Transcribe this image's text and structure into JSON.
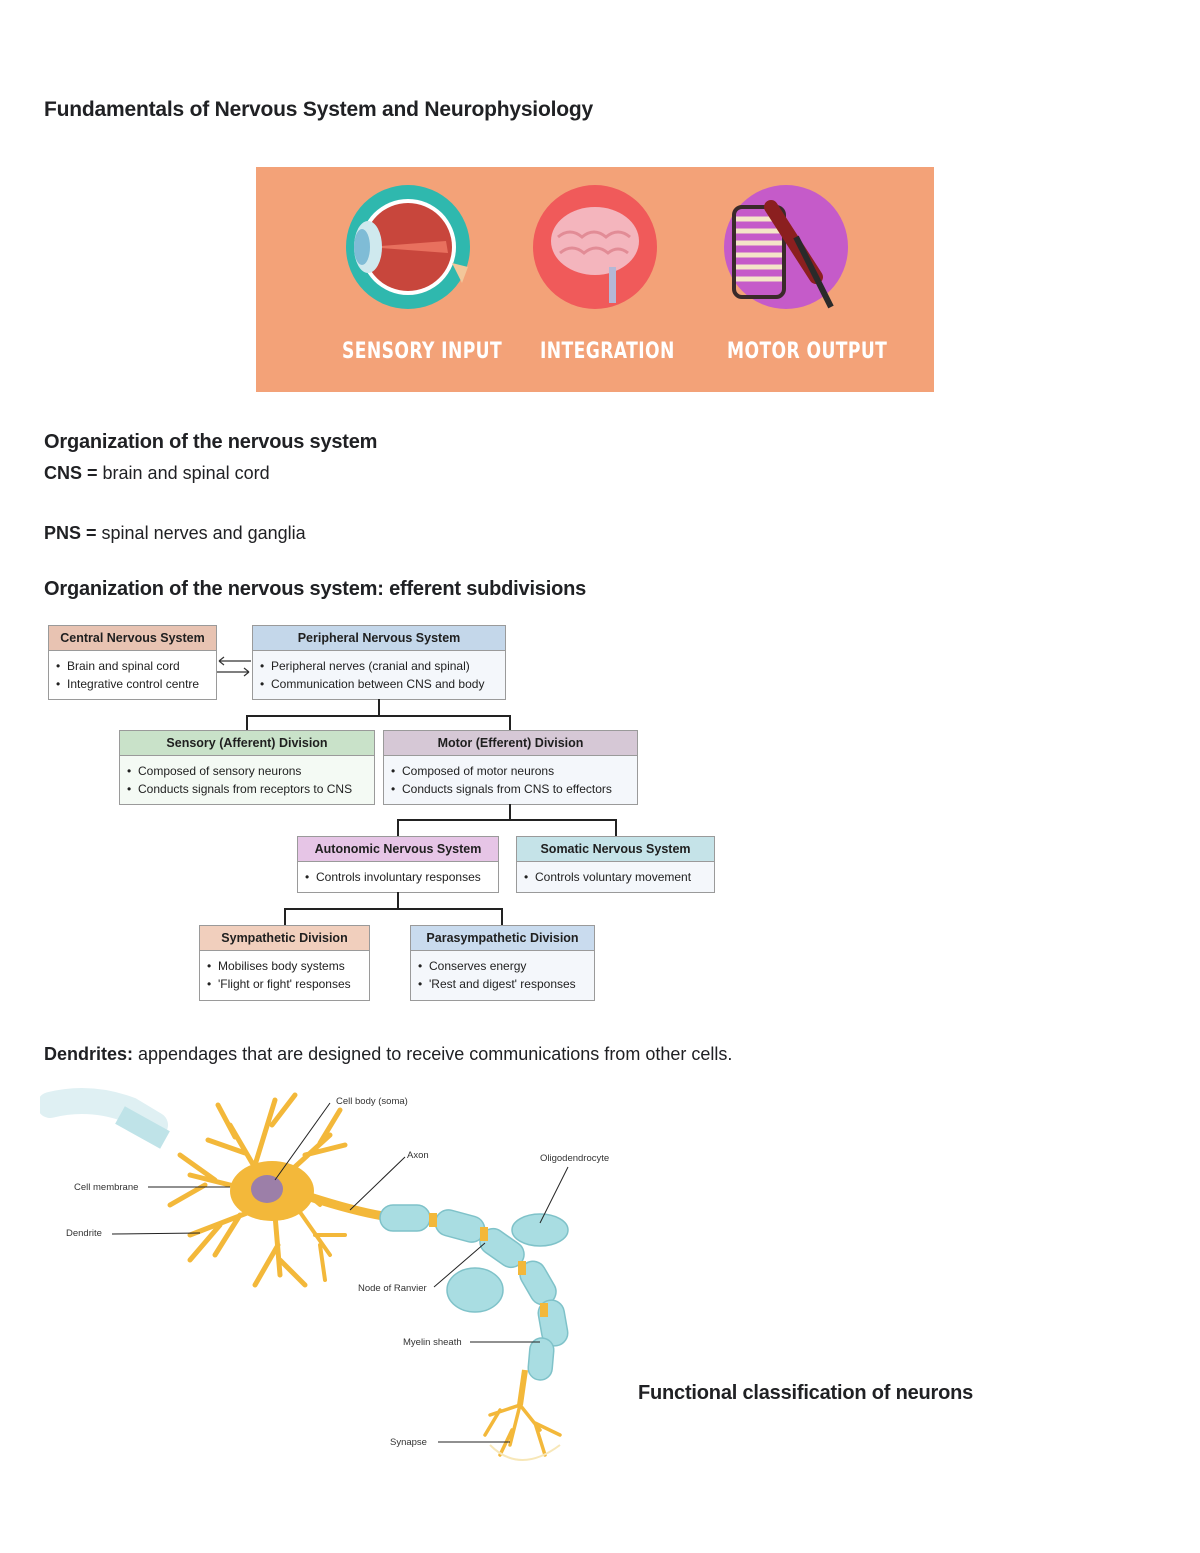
{
  "doc": {
    "title": "Fundamentals of Nervous System and Neurophysiology"
  },
  "banner": {
    "labels": [
      "SENSORY INPUT",
      "INTEGRATION",
      "MOTOR OUTPUT"
    ],
    "colors": {
      "background": "#f3a278",
      "eye": "#2fb8ae",
      "brain": "#f05a5a",
      "muscle": "#c55bc9"
    }
  },
  "section1": {
    "heading": "Organization of the nervous system",
    "cns_label": "CNS =",
    "cns_text": " brain and spinal cord",
    "pns_label": "PNS =",
    "pns_text": " spinal nerves and ganglia"
  },
  "section2": {
    "heading": "Organization of the nervous system: efferent subdivisions"
  },
  "chart": {
    "cns": {
      "title": "Central Nervous System",
      "items": [
        "Brain and spinal cord",
        "Integrative control centre"
      ],
      "color": "#e8c3b2"
    },
    "pns": {
      "title": "Peripheral Nervous System",
      "items": [
        "Peripheral nerves (cranial and spinal)",
        "Communication between CNS and body"
      ],
      "color": "#c4d7ea"
    },
    "sensory": {
      "title": "Sensory (Afferent) Division",
      "items": [
        "Composed of sensory neurons",
        "Conducts signals from receptors to CNS"
      ],
      "color": "#c9e2c9"
    },
    "motor": {
      "title": "Motor (Efferent) Division",
      "items": [
        "Composed of motor neurons",
        "Conducts signals from CNS to effectors"
      ],
      "color": "#d6c8d6"
    },
    "autonomic": {
      "title": "Autonomic Nervous System",
      "items": [
        "Controls involuntary responses"
      ],
      "color": "#e6c5e6"
    },
    "somatic": {
      "title": "Somatic Nervous System",
      "items": [
        "Controls voluntary movement"
      ],
      "color": "#c5e3e8"
    },
    "sympathetic": {
      "title": "Sympathetic Division",
      "items": [
        "Mobilises body systems",
        "'Flight or fight' responses"
      ],
      "color": "#f1cfbd"
    },
    "parasympathetic": {
      "title": "Parasympathetic Division",
      "items": [
        "Conserves energy",
        "'Rest and digest' responses"
      ],
      "color": "#c9dbee"
    }
  },
  "section3": {
    "label": "Dendrites:",
    "text": " appendages that are designed to receive communications from other cells."
  },
  "neuron": {
    "labels": {
      "cell_body": "Cell body (soma)",
      "axon": "Axon",
      "oligodendrocyte": "Oligodendrocyte",
      "cell_membrane": "Cell membrane",
      "dendrite": "Dendrite",
      "node": "Node of Ranvier",
      "myelin": "Myelin sheath",
      "synapse": "Synapse"
    }
  },
  "section4": {
    "heading": "Functional classification of neurons"
  }
}
